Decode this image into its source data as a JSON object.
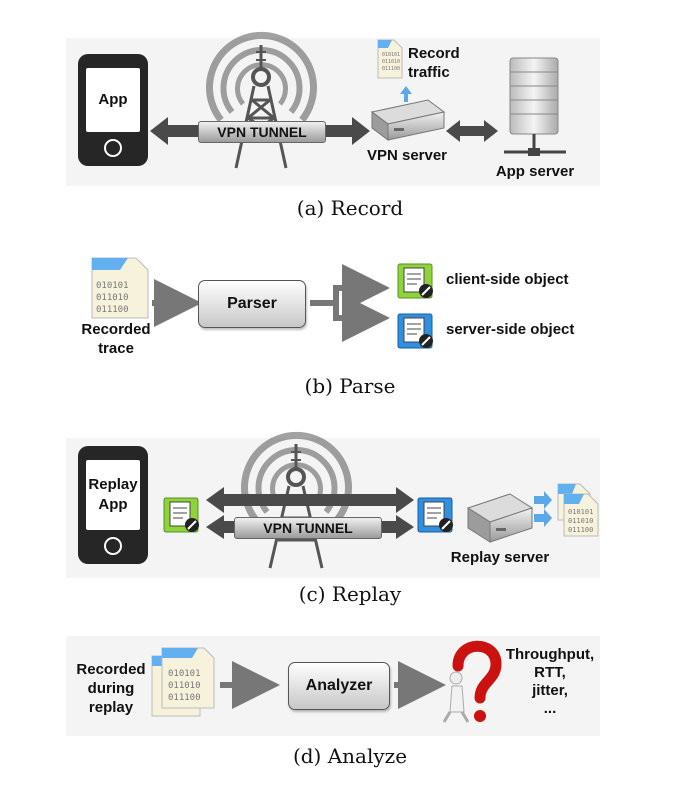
{
  "panel_a": {
    "app_label": "App",
    "tunnel_label": "VPN TUNNEL",
    "vpn_server_label": "VPN server",
    "record_traffic_label": "Record\ntraffic",
    "app_server_label": "App server",
    "file_text": "010101\n011010\n011100",
    "caption": "(a) Record"
  },
  "panel_b": {
    "recorded_trace_label": "Recorded\ntrace",
    "file_text": "010101\n011010\n011100",
    "parser_label": "Parser",
    "client_object_label": "client-side object",
    "server_object_label": "server-side object",
    "caption": "(b) Parse"
  },
  "panel_c": {
    "replay_app_label": "Replay\nApp",
    "tunnel_label": "VPN TUNNEL",
    "replay_server_label": "Replay server",
    "file_text": "010101\n011010\n011100",
    "caption": "(c) Replay"
  },
  "panel_d": {
    "recorded_label": "Recorded\nduring\nreplay",
    "file_text": "010101\n011010\n011100",
    "analyzer_label": "Analyzer",
    "metrics_label": "Throughput,\nRTT,\njitter,\n...",
    "caption": "(d) Analyze"
  },
  "colors": {
    "client_object": "#8ed33a",
    "server_object": "#2f8fe0",
    "arrow": "#777777",
    "question_mark": "#cc1111"
  }
}
